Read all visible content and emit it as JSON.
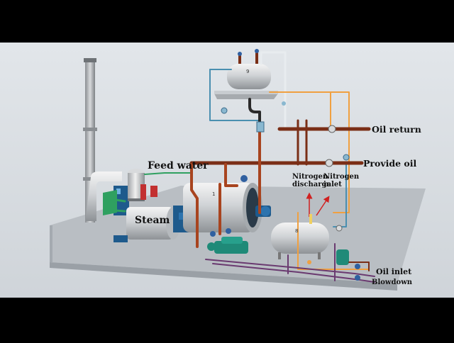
{
  "labels": {
    "feed_water": "Feed water",
    "steam": "Steam",
    "oil_return": "Oil return",
    "provide_oil": "Provide oil",
    "nitrogen_discharge": "Nitrogen discharge",
    "nitrogen_inlet": "Nitrogen inlet",
    "oil_inlet": "Oil inlet",
    "blowdown": "Blowdown"
  },
  "component_numbers": {
    "expansion_tank": "9",
    "heater": "1",
    "storage_tank": "8"
  },
  "colors": {
    "oil_pipe": "#7a2e16",
    "hot_oil_pipe": "#a8441f",
    "orange_line": "#f0a040",
    "blue_line": "#4a8fb0",
    "purple_line": "#6a3a70",
    "green_line": "#2fa060",
    "arrow_red": "#d02020"
  }
}
